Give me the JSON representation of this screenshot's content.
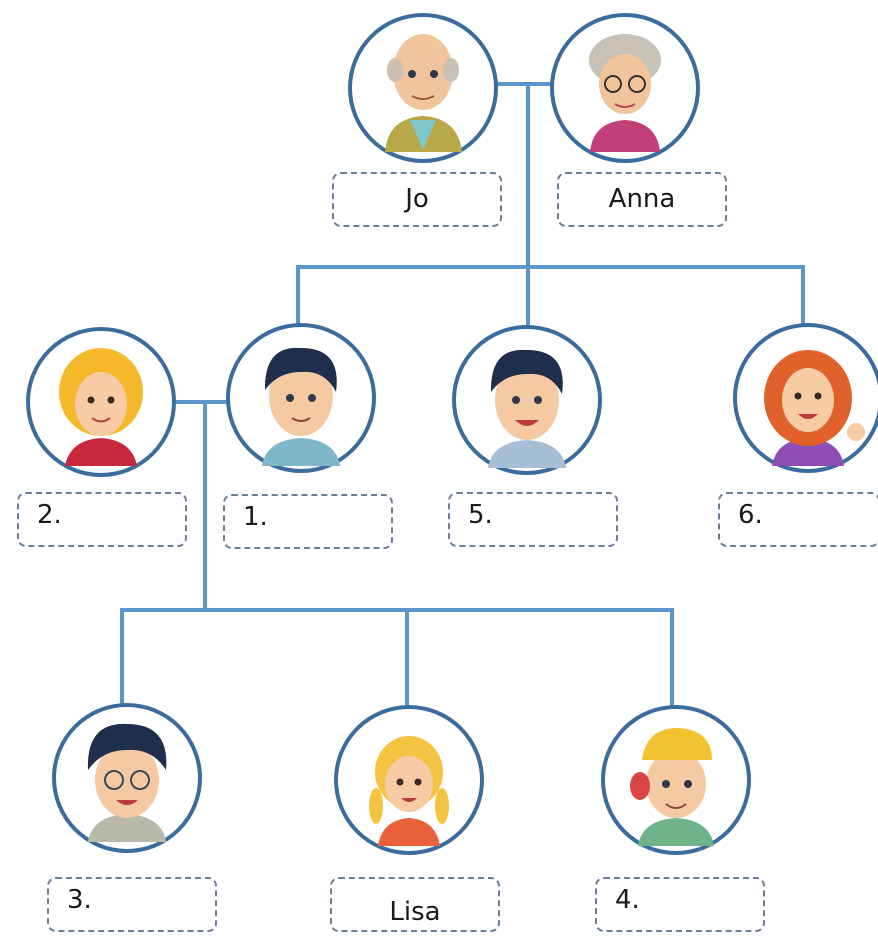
{
  "colors": {
    "connector": "#5b95cc",
    "circle_border": "#3a6d9e",
    "label_border": "#6a7f96"
  },
  "people": [
    {
      "id": "grandpa",
      "label": "Jo",
      "icon": "grandfather-icon"
    },
    {
      "id": "grandma",
      "label": "Anna",
      "icon": "grandmother-icon"
    },
    {
      "id": "mother",
      "label": "2.",
      "icon": "blonde-woman-icon"
    },
    {
      "id": "father",
      "label": "1.",
      "icon": "man-icon"
    },
    {
      "id": "uncle",
      "label": "5.",
      "icon": "smiling-man-icon"
    },
    {
      "id": "aunt",
      "label": "6.",
      "icon": "red-haired-woman-icon"
    },
    {
      "id": "child-glasses",
      "label": "3.",
      "icon": "boy-with-glasses-icon"
    },
    {
      "id": "lisa",
      "label": "Lisa",
      "icon": "girl-with-pigtails-icon"
    },
    {
      "id": "child-cap",
      "label": "4.",
      "icon": "boy-with-cap-icon"
    }
  ]
}
